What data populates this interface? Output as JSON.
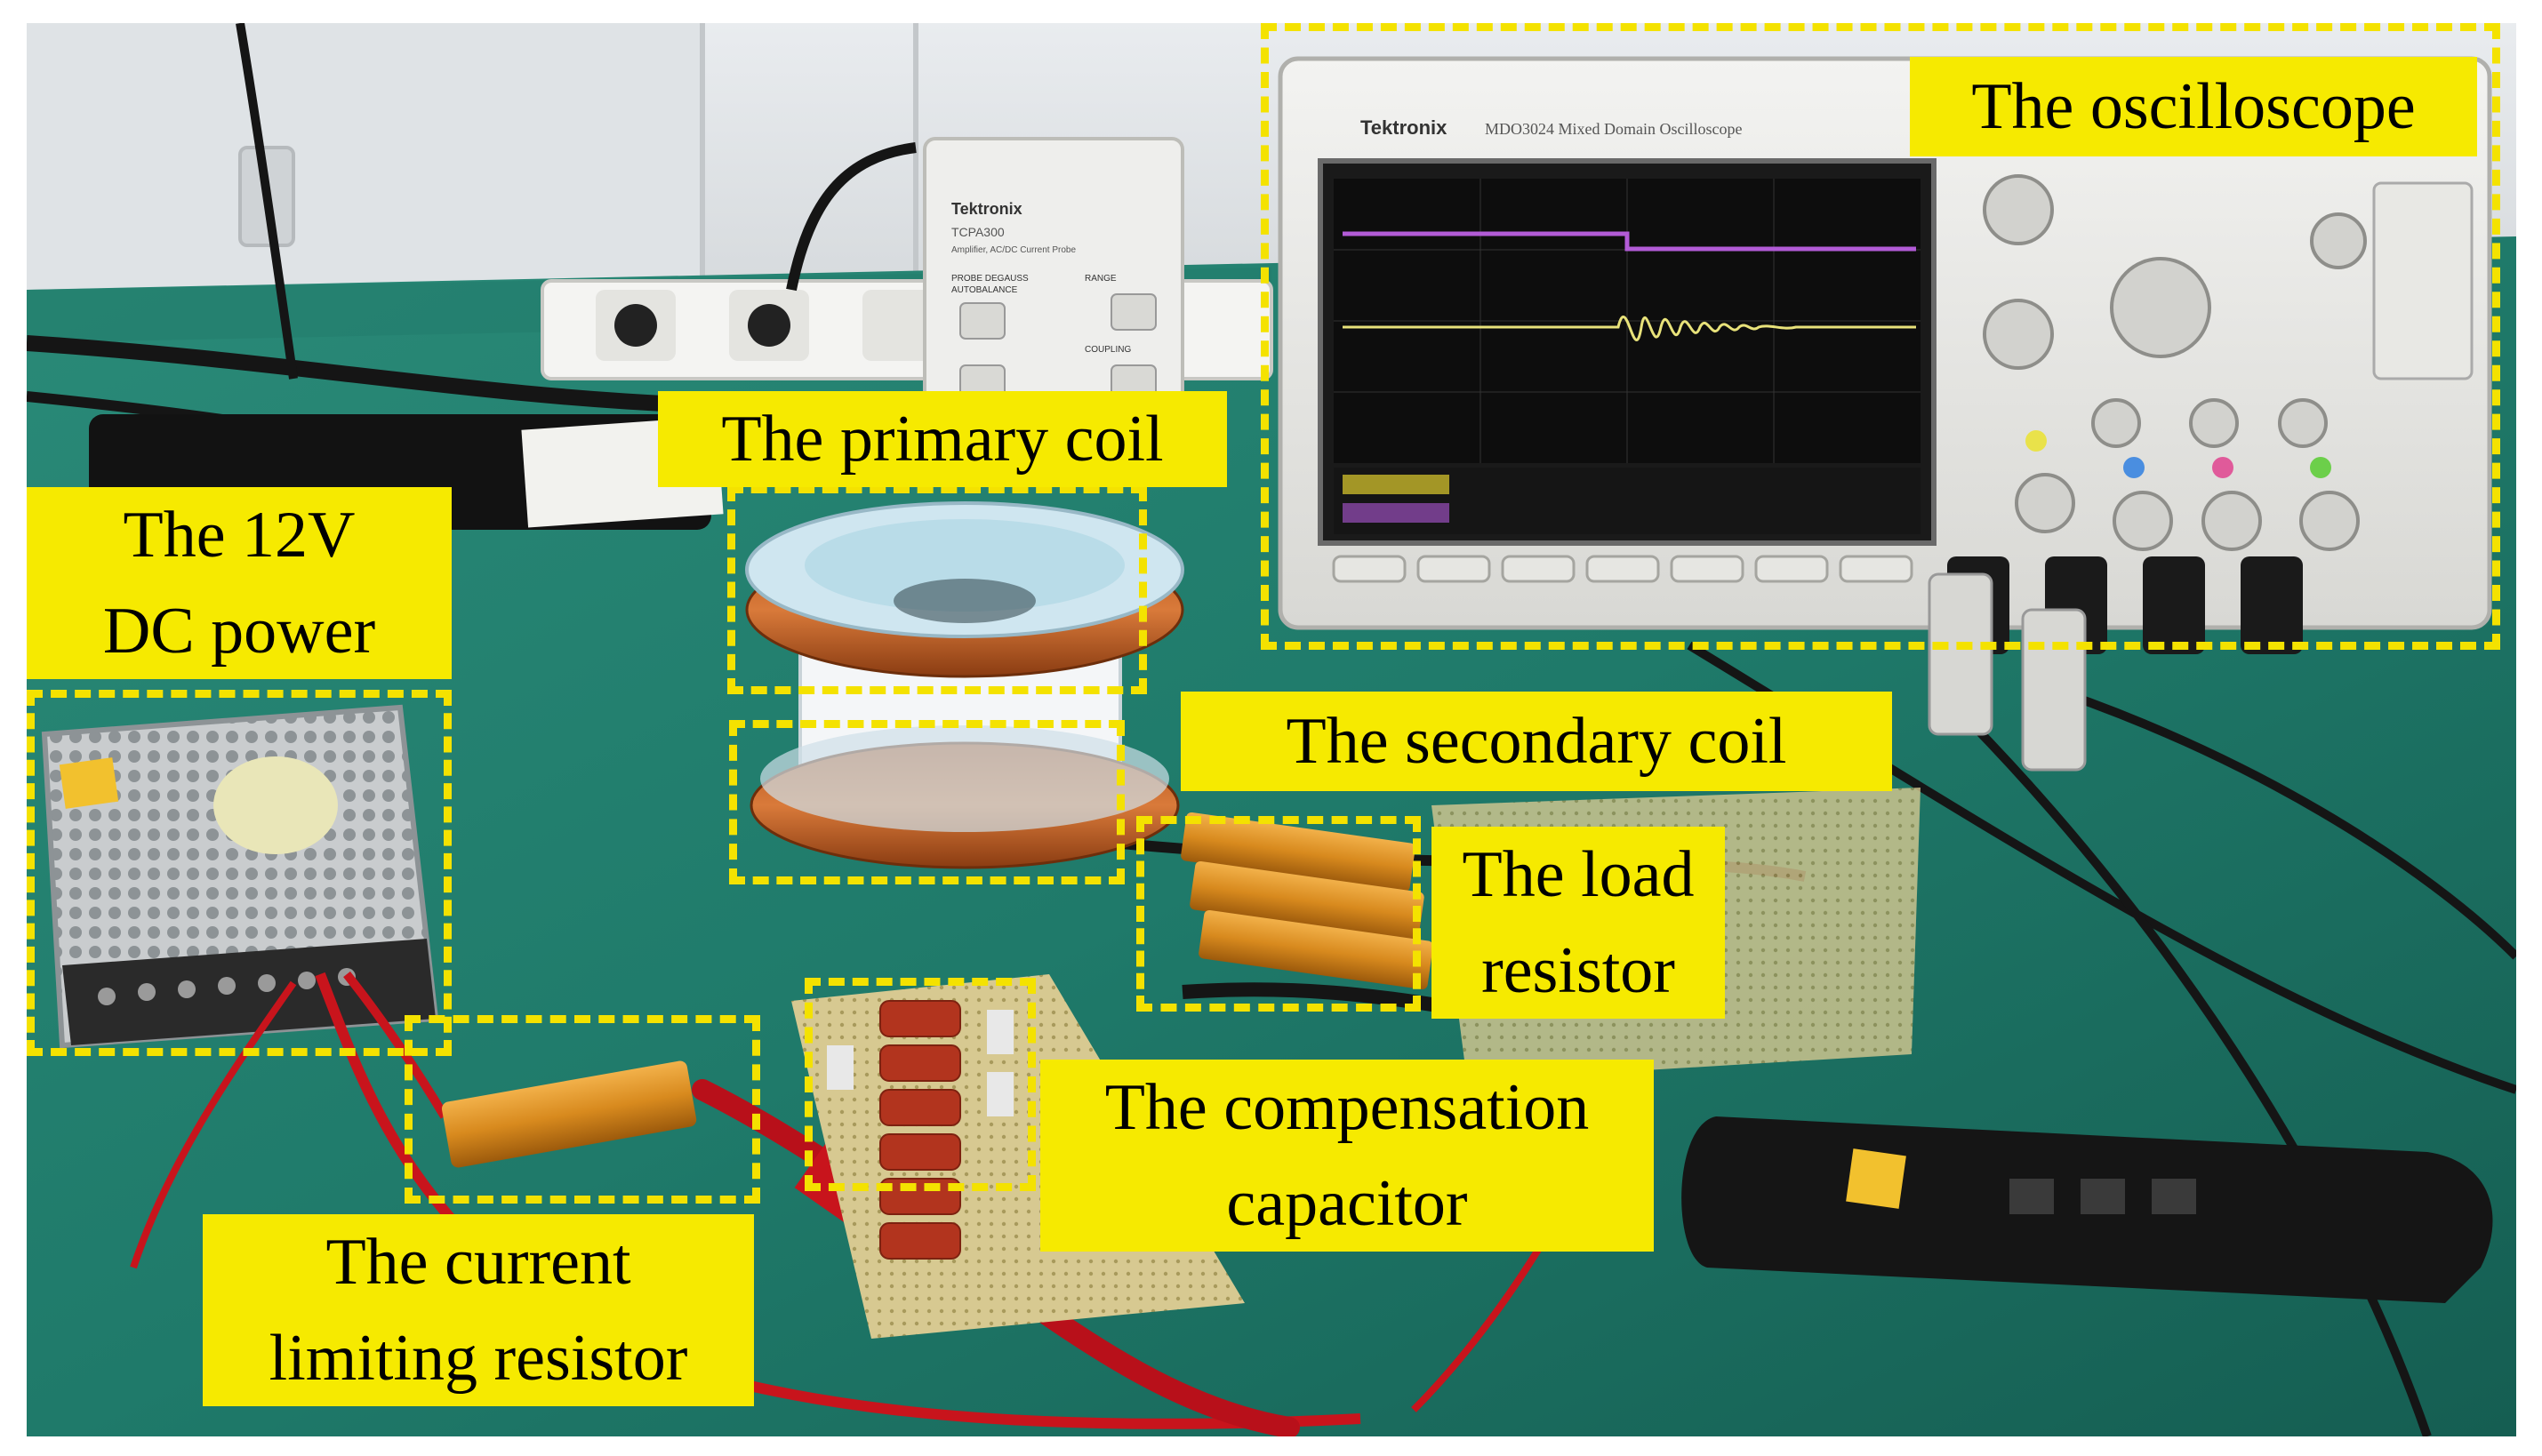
{
  "labels": {
    "oscilloscope": "The oscilloscope",
    "primary_coil": "The primary coil",
    "power_line1": "The 12V",
    "power_line2": "DC power",
    "secondary_coil": "The secondary coil",
    "load_line1": "The load",
    "load_line2": "resistor",
    "comp_line1": "The compensation",
    "comp_line2": "capacitor",
    "current_line1": "The current",
    "current_line2": "limiting resistor"
  },
  "equipment_text": {
    "scope_brand": "Tektronix",
    "scope_model": "MDO3024 Mixed Domain Oscilloscope",
    "probe_brand": "Tektronix",
    "probe_model": "TCPA300",
    "probe_desc": "Amplifier, AC/DC Current Probe",
    "probe_degauss": "PROBE DEGAUSS",
    "probe_autobalance": "AUTOBALANCE",
    "probe_range": "RANGE",
    "probe_coupling": "COUPLING"
  },
  "colors": {
    "label_bg": "#f6ea00",
    "dash": "#f4e200",
    "bench": "#1f7a6a",
    "trace_top": "#b25bd6",
    "trace_bottom": "#e8e27a"
  }
}
